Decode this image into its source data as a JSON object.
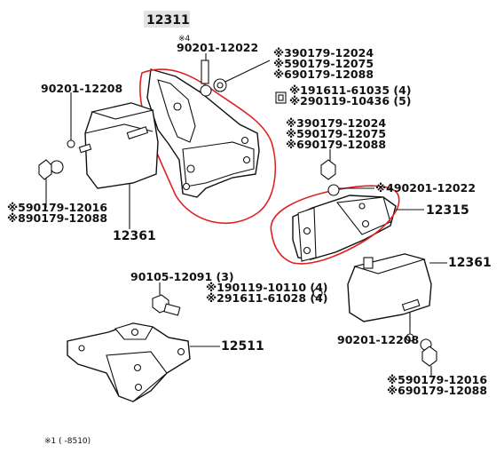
{
  "diagram": {
    "title_part": "12311",
    "labels": {
      "l_x4": "※4",
      "l_top_bolt": "90201-12022",
      "l_top_r1": "※390179-12024",
      "l_top_r2": "※590179-12075",
      "l_top_r3": "※690179-12088",
      "l_left_bolt": "90201-12208",
      "l_clip1": "※191611-61035 (4)",
      "l_clip2": "※290119-10436 (5)",
      "l_mid_r1": "※390179-12024",
      "l_mid_r2": "※590179-12075",
      "l_mid_r3": "※690179-12088",
      "l_right_bolt": "※490201-12022",
      "l_bracket_r": "12315",
      "l_left_nut1": "※590179-12016",
      "l_left_nut2": "※890179-12088",
      "l_left_mount": "12361",
      "l_right_mount": "12361",
      "l_bolt3": "90105-12091 (3)",
      "l_low_clip1": "※190119-10110 (4)",
      "l_low_clip2": "※291611-61028 (4)",
      "l_bracket_low": "12511",
      "l_right_low_bolt": "90201-12208",
      "l_right_nut1": "※590179-12016",
      "l_right_nut2": "※690179-12088",
      "l_note1": "※1 (     -8510)"
    }
  }
}
